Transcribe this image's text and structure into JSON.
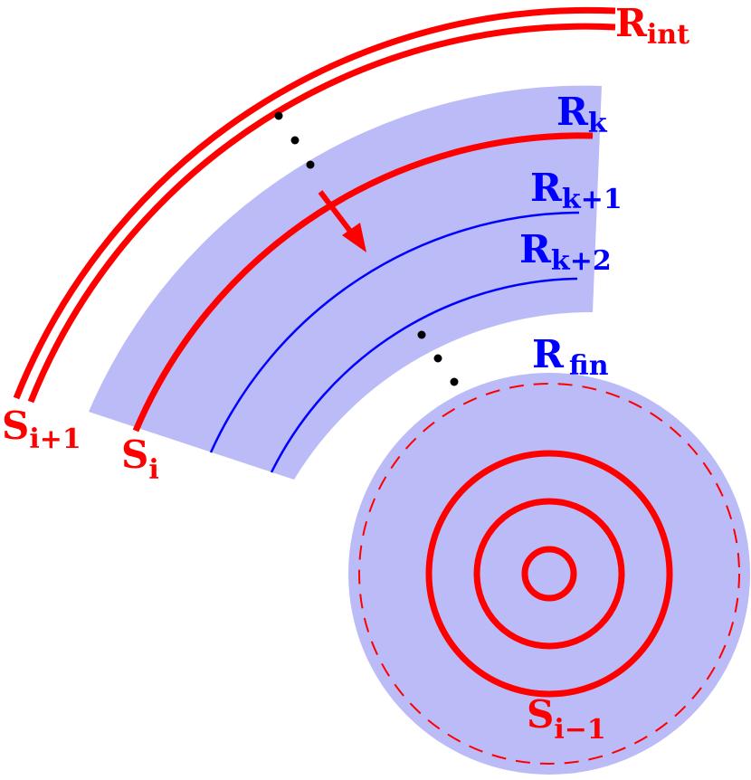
{
  "colors": {
    "red": "#ff0000",
    "blue": "#0000ff",
    "band_fill": "#bbbbf8",
    "background": "#ffffff",
    "dots": "#000000"
  },
  "labels": {
    "r_int": {
      "base": "R",
      "sub": "int"
    },
    "r_k": {
      "base": "R",
      "sub": "k"
    },
    "r_k1": {
      "base": "R",
      "sub": "k+1"
    },
    "r_k2": {
      "base": "R",
      "sub": "k+2"
    },
    "r_fin": {
      "base": "R",
      "sub": "fin"
    },
    "s_i1": {
      "base": "S",
      "sub": "i+1"
    },
    "s_i": {
      "base": "S",
      "sub": "i"
    },
    "s_im1": {
      "base": "S",
      "sub": "i−1"
    }
  }
}
